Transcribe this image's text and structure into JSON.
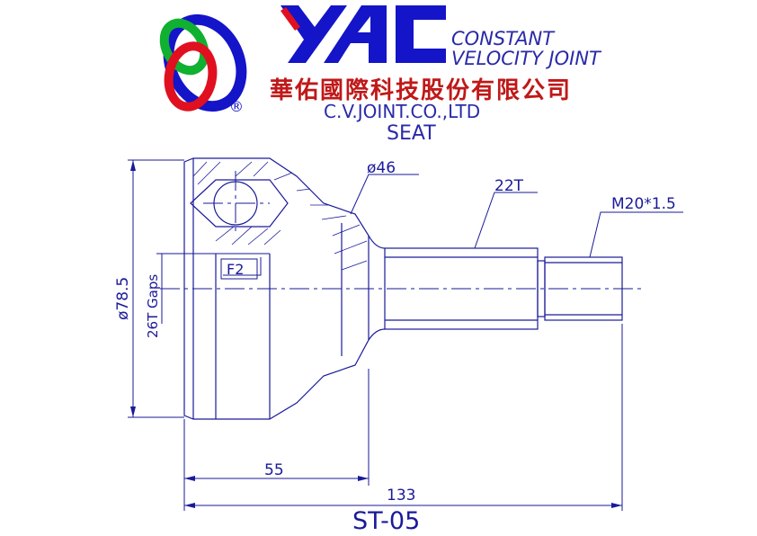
{
  "brand": {
    "logo_text": "YAC",
    "tagline_line1": "CONSTANT",
    "tagline_line2": "VELOCITY  JOINT",
    "chinese_name": "華佑國際科技股份有限公司",
    "english_name": "C.V.JOINT.CO.,LTD",
    "registered_mark": "®",
    "colors": {
      "logo_red": "#e01020",
      "logo_blue": "#1414c8",
      "logo_green": "#10b030",
      "text_blue": "#2a2aa8",
      "chinese_red": "#c01818",
      "drawing": "#1a1a9a"
    }
  },
  "drawing": {
    "title": "SEAT",
    "part_number": "ST-05",
    "labels": {
      "seal_dia": "ø46",
      "spline_teeth": "22T",
      "thread": "M20*1.5",
      "outer_dia": "ø78.5",
      "gaps": "26T Gaps",
      "f_ref": "F2",
      "len_body": "55",
      "len_total": "133"
    }
  }
}
